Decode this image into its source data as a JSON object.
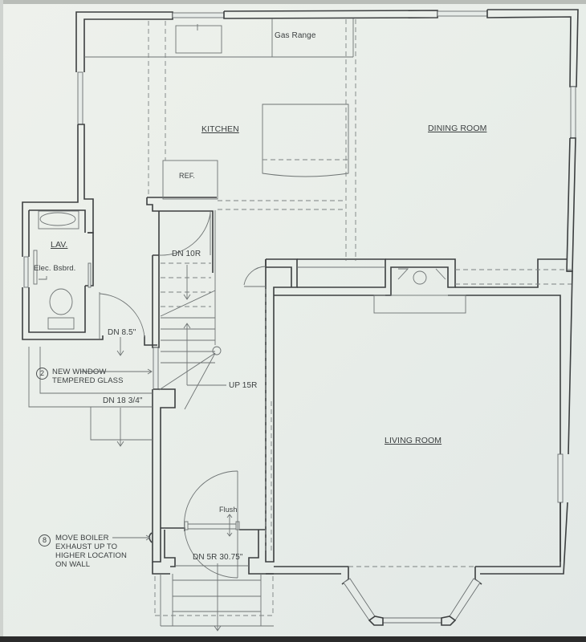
{
  "plan": {
    "rooms": {
      "kitchen": "KITCHEN",
      "dining_room": "DINING ROOM",
      "living_room": "LIVING ROOM",
      "lav": "LAV."
    },
    "fixtures": {
      "gas_range": "Gas Range",
      "ref": "REF.",
      "elec_bsbrd": "Elec. Bsbrd.",
      "flush": "Flush"
    },
    "stairs": {
      "dn_10r": "DN 10R",
      "up_15r": "UP 15R",
      "dn_8_5": "DN 8.5\"",
      "dn_18_3_4": "DN 18 3/4\"",
      "dn_5r": "DN 5R 30.75\""
    },
    "notes": [
      {
        "number": "2",
        "lines": [
          "NEW WINDOW",
          "TEMPERED GLASS"
        ]
      },
      {
        "number": "8",
        "lines": [
          "MOVE BOILER",
          "EXHAUST UP TO",
          "HIGHER LOCATION",
          "ON WALL"
        ]
      }
    ],
    "colors": {
      "paper": "#e9eee9",
      "wall": "#3c3f40",
      "line": "#6e7373"
    }
  }
}
